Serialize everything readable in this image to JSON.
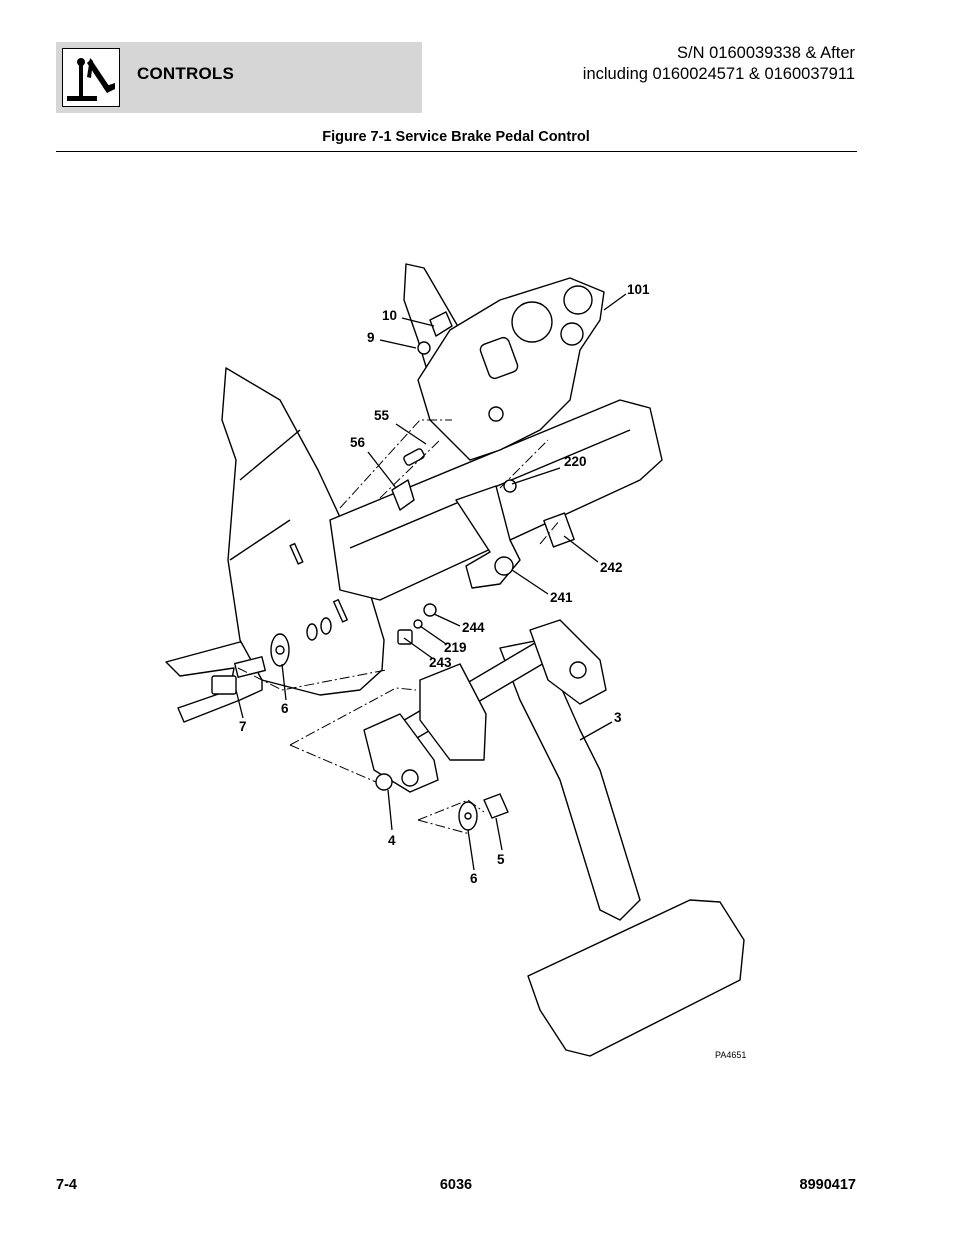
{
  "header": {
    "section_title": "CONTROLS",
    "serial_line1": "S/N 0160039338 & After",
    "serial_line2": "including 0160024571 & 0160037911",
    "logo_icon": "controls-lever-icon"
  },
  "figure": {
    "title": "Figure 7-1 Service Brake Pedal Control",
    "drawing_code": "PA4651",
    "callouts": [
      "101",
      "10",
      "9",
      "55",
      "56",
      "220",
      "242",
      "241",
      "244",
      "219",
      "243",
      "7",
      "6",
      "3",
      "4",
      "5",
      "6"
    ]
  },
  "footer": {
    "page_number": "7-4",
    "model": "6036",
    "doc_number": "8990417"
  }
}
